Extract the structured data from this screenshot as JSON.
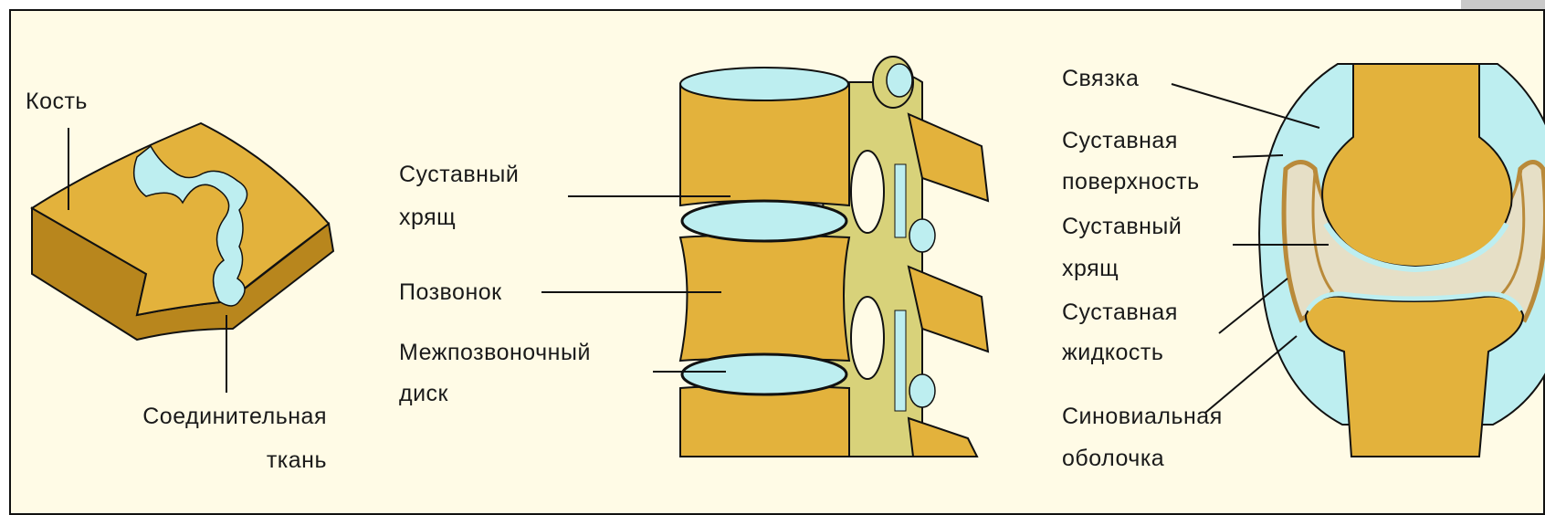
{
  "panels": {
    "suture": {
      "labels": {
        "bone": "Кость",
        "connective_tissue_1": "Соединительная",
        "connective_tissue_2": "ткань"
      }
    },
    "spine": {
      "labels": {
        "cartilage_1": "Суставный",
        "cartilage_2": "хрящ",
        "vertebra": "Позвонок",
        "disc_1": "Межпозвоночный",
        "disc_2": "диск"
      }
    },
    "joint": {
      "labels": {
        "ligament": "Связка",
        "surface_1": "Суставная",
        "surface_2": "поверхность",
        "cartilage_1": "Суставный",
        "cartilage_2": "хрящ",
        "fluid_1": "Суставная",
        "fluid_2": "жидкость",
        "membrane_1": "Синовиальная",
        "membrane_2": "оболочка"
      }
    }
  },
  "colors": {
    "background": "#fffbe6",
    "bone": "#e3b23c",
    "bone_dark": "#b8861d",
    "cartilage": "#bdeef0",
    "process": "#d8d27a",
    "joint_capsule": "#e6dfc6",
    "membrane": "#b98a3a",
    "outline": "#111111"
  }
}
